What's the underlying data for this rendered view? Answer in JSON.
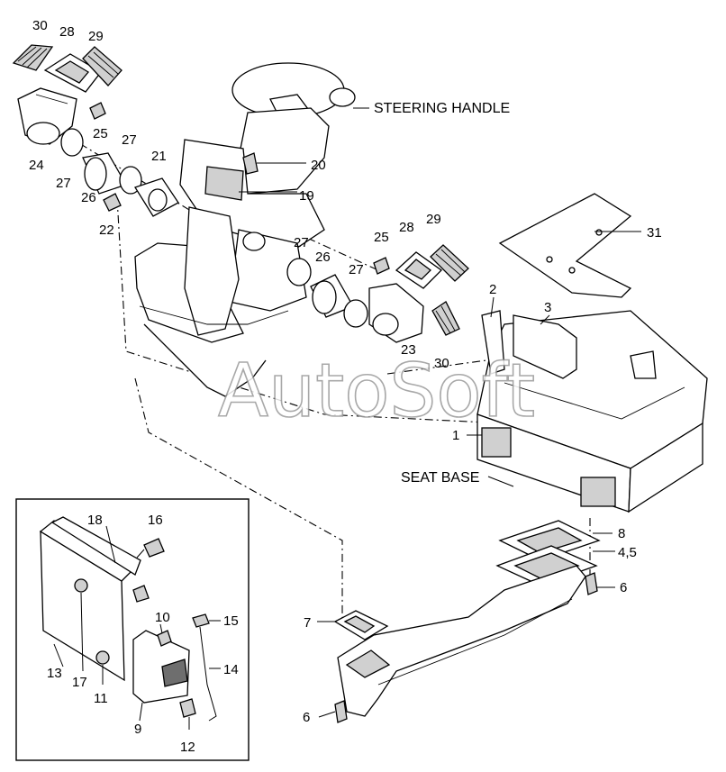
{
  "watermark": "AutoSoft",
  "labels": {
    "steering_handle": "STEERING HANDLE",
    "seat_base": "SEAT BASE"
  },
  "callouts": {
    "p30a": "30",
    "p28a": "28",
    "p29a": "29",
    "p25a": "25",
    "p24": "24",
    "p27a": "27",
    "p27b": "27",
    "p26a": "26",
    "p21": "21",
    "p22": "22",
    "p20": "20",
    "p19": "19",
    "p27c": "27",
    "p26b": "26",
    "p25b": "25",
    "p28b": "28",
    "p29b": "29",
    "p27d": "27",
    "p23": "23",
    "p30b": "30",
    "p31": "31",
    "p2": "2",
    "p3": "3",
    "p1": "1",
    "p8": "8",
    "p45": "4,5",
    "p6a": "6",
    "p7": "7",
    "p6b": "6",
    "p18": "18",
    "p16": "16",
    "p10": "10",
    "p15": "15",
    "p13": "13",
    "p17": "17",
    "p11": "11",
    "p14": "14",
    "p9": "9",
    "p12": "12"
  }
}
